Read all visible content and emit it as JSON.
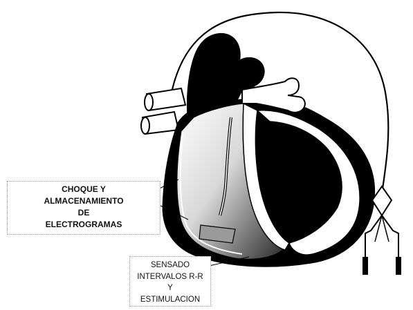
{
  "labels": {
    "shock": [
      "CHOQUE Y",
      "ALMACENAMIENTO",
      "DE",
      "ELECTROGRAMAS"
    ],
    "sensing": [
      "SENSADO",
      "INTERVALOS R-R",
      "Y",
      "ESTIMULACION"
    ]
  }
}
